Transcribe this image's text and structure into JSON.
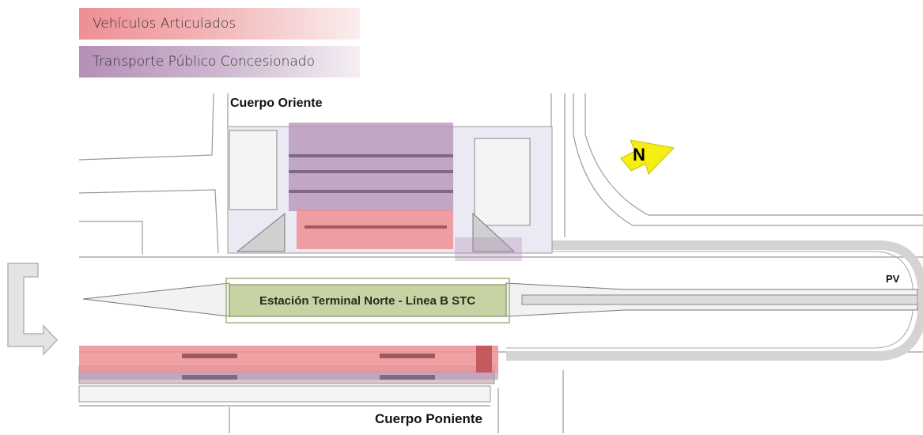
{
  "legend": {
    "articulated": {
      "label": "Vehículos Articulados",
      "color": "#ee8f94"
    },
    "concession": {
      "label": "Transporte Público Concesionado",
      "color": "#b48fb6"
    }
  },
  "labels": {
    "cuerpo_oriente": "Cuerpo Oriente",
    "cuerpo_poniente": "Cuerpo Poniente",
    "station": "Estación Terminal Norte - Línea B STC",
    "pv": "PV",
    "north": "N"
  },
  "colors": {
    "station_fill": "#c6d4a4",
    "north_arrow": "#f5ee12",
    "plan_lines": "#9a9a9a",
    "turn_arrow": "#e4e4e4"
  },
  "icons": {
    "north": "north-arrow-icon",
    "turn": "u-turn-arrow-icon"
  }
}
